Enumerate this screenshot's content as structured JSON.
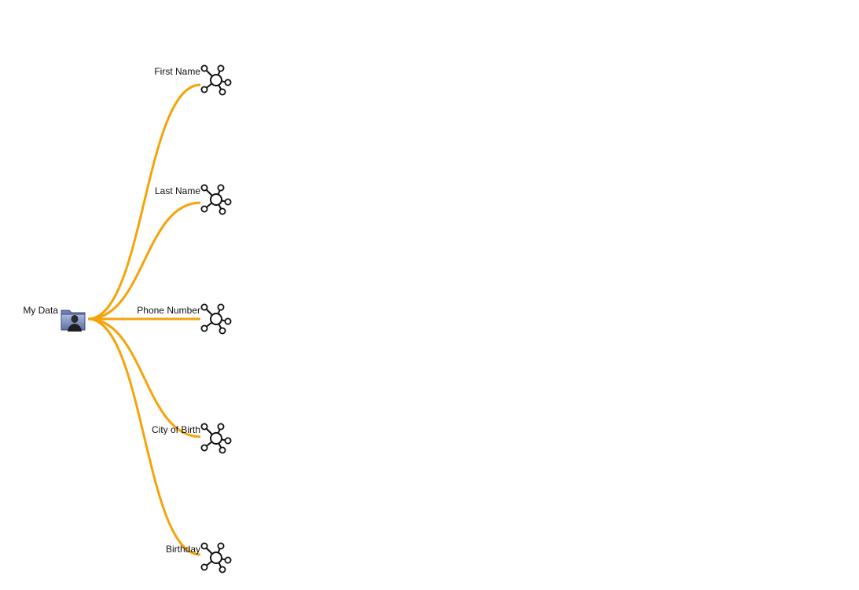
{
  "root": {
    "label": "My Data",
    "icon": "user-folder-icon"
  },
  "children": [
    {
      "label": "First Name",
      "icon": "network-hub-icon"
    },
    {
      "label": "Last Name",
      "icon": "network-hub-icon"
    },
    {
      "label": "Phone Number",
      "icon": "network-hub-icon"
    },
    {
      "label": "City of Birth",
      "icon": "network-hub-icon"
    },
    {
      "label": "Birthday",
      "icon": "network-hub-icon"
    }
  ],
  "colors": {
    "link": "#F5A30A",
    "icon_stroke": "#111111",
    "folder": "#7E8EC4"
  }
}
